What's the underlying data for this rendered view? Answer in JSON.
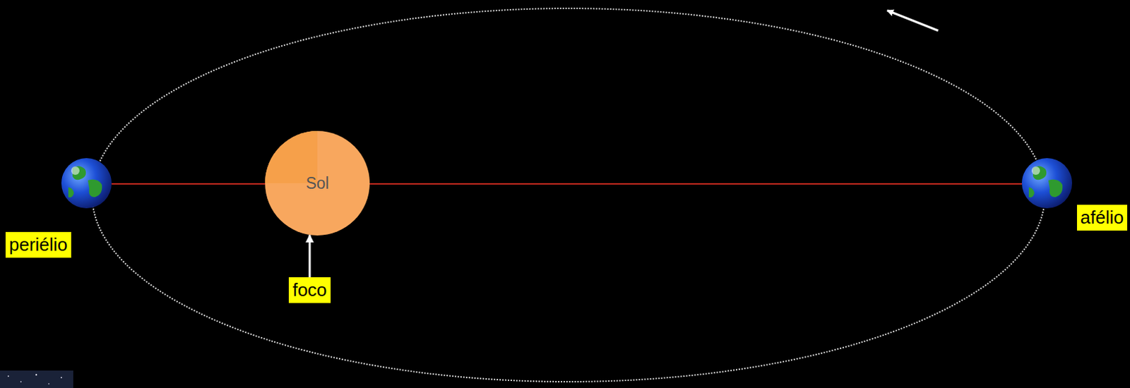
{
  "diagram": {
    "nodes": [
      {
        "text": [
          "Sol"
        ]
      },
      {
        "text": [
          "afélio"
        ]
      },
      {
        "text": [
          "periélio"
        ]
      },
      {
        "text": [
          "foco"
        ]
      }
    ],
    "edges": [
      {
        "from": 3,
        "to": 0,
        "arrow": "to"
      }
    ]
  }
}
